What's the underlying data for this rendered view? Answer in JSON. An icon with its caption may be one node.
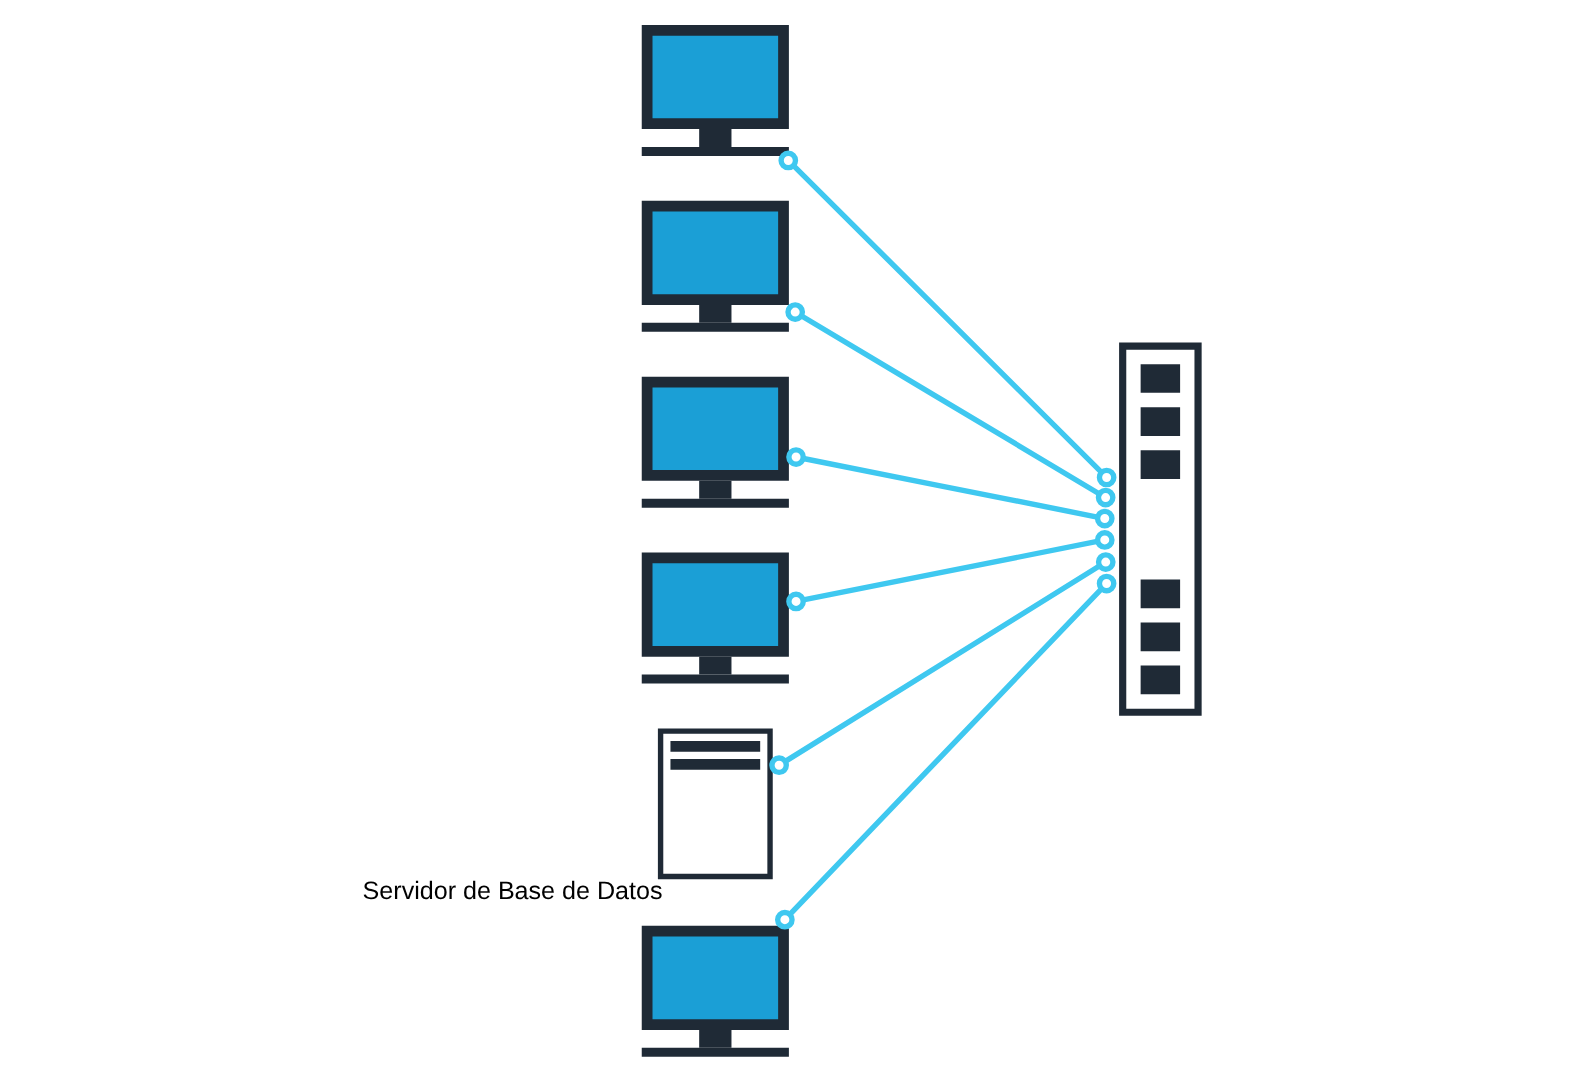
{
  "diagram": {
    "nodes": [
      {
        "text": [],
        "shape": "monitor"
      },
      {
        "text": [],
        "shape": "monitor"
      },
      {
        "text": [],
        "shape": "monitor"
      },
      {
        "text": [],
        "shape": "switch"
      },
      {
        "text": [],
        "shape": "monitor"
      },
      {
        "text": [],
        "shape": "server",
        "beside": [
          "Servidor de Base de Datos"
        ]
      },
      {
        "text": [],
        "shape": "monitor"
      }
    ],
    "edges": [
      {
        "from": 0,
        "to": 3,
        "arrow": "other"
      },
      {
        "from": 1,
        "to": 3,
        "arrow": "other"
      },
      {
        "from": 2,
        "to": 3,
        "arrow": "other"
      },
      {
        "from": 4,
        "to": 3,
        "arrow": "other"
      },
      {
        "from": 5,
        "to": 3,
        "arrow": "other"
      },
      {
        "from": 6,
        "to": 3,
        "arrow": "other"
      }
    ]
  }
}
